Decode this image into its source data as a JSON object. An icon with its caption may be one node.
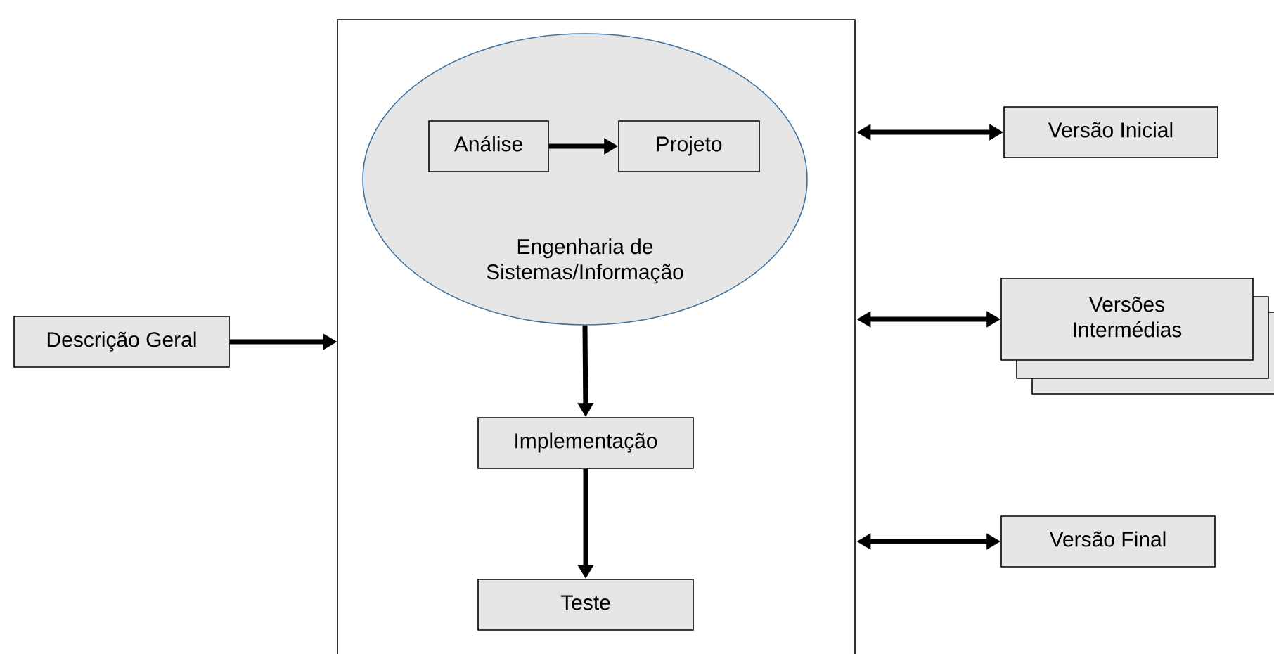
{
  "diagram": {
    "nodes": [
      {
        "text": [],
        "shape": "box"
      },
      {
        "text": [
          "Engenharia de Sistemas/Informação"
        ],
        "in": 0
      },
      {
        "text": [
          "Análise"
        ],
        "in": 1
      },
      {
        "text": [
          "Projeto"
        ],
        "in": 1
      },
      {
        "text": [
          "Implementação"
        ],
        "in": 0
      },
      {
        "text": [
          "Teste"
        ],
        "in": 0
      },
      {
        "text": [
          "Descrição Geral"
        ]
      },
      {
        "text": [
          "Versão Inicial"
        ]
      },
      {
        "text": [
          "Versões Intermédias"
        ]
      },
      {
        "text": [
          "Versão Final"
        ]
      }
    ],
    "edges": [
      {
        "from": 2,
        "to": 3,
        "arrow": "to"
      },
      {
        "from": 1,
        "to": 4,
        "arrow": "to"
      },
      {
        "from": 4,
        "to": 5,
        "arrow": "to"
      },
      {
        "from": 6,
        "to": 0,
        "arrow": "to"
      },
      {
        "from": 0,
        "to": 7,
        "arrow": "both"
      },
      {
        "from": 0,
        "to": 8,
        "arrow": "both"
      },
      {
        "from": 0,
        "to": 9,
        "arrow": "both"
      }
    ]
  }
}
